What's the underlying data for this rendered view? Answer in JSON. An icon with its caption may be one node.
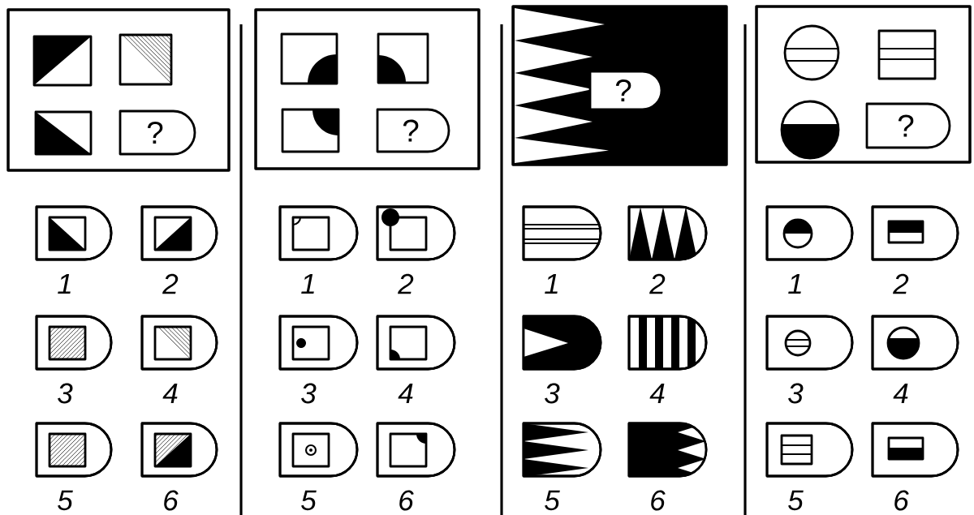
{
  "diagram": {
    "nodes": [
      {
        "text": [],
        "shape": "box"
      },
      {
        "text": [
          "?"
        ],
        "in": 0
      },
      {
        "text": [],
        "shape": "box"
      },
      {
        "text": [
          "?"
        ],
        "in": 2
      },
      {
        "text": [],
        "shape": "box"
      },
      {
        "text": [
          "?"
        ],
        "in": 4
      },
      {
        "text": [],
        "shape": "box"
      },
      {
        "text": [
          "?"
        ],
        "in": 6
      },
      {
        "text": [],
        "shape": "tab",
        "beside": [
          "1"
        ]
      },
      {
        "text": [],
        "shape": "tab",
        "beside": [
          "2"
        ]
      },
      {
        "text": [],
        "shape": "tab",
        "beside": [
          "3"
        ]
      },
      {
        "text": [],
        "shape": "tab",
        "beside": [
          "4"
        ]
      },
      {
        "text": [],
        "shape": "tab",
        "beside": [
          "5"
        ]
      },
      {
        "text": [],
        "shape": "tab",
        "beside": [
          "6"
        ]
      },
      {
        "text": [],
        "shape": "tab",
        "beside": [
          "1"
        ]
      },
      {
        "text": [],
        "shape": "tab",
        "beside": [
          "2"
        ]
      },
      {
        "text": [],
        "shape": "tab",
        "beside": [
          "3"
        ]
      },
      {
        "text": [],
        "shape": "tab",
        "beside": [
          "4"
        ]
      },
      {
        "text": [],
        "shape": "tab",
        "beside": [
          "5"
        ]
      },
      {
        "text": [],
        "shape": "tab",
        "beside": [
          "6"
        ]
      },
      {
        "text": [],
        "shape": "tab",
        "beside": [
          "1"
        ]
      },
      {
        "text": [],
        "shape": "tab",
        "beside": [
          "2"
        ]
      },
      {
        "text": [],
        "shape": "tab",
        "beside": [
          "3"
        ]
      },
      {
        "text": [],
        "shape": "tab",
        "beside": [
          "4"
        ]
      },
      {
        "text": [],
        "shape": "tab",
        "beside": [
          "5"
        ]
      },
      {
        "text": [],
        "shape": "tab",
        "beside": [
          "6"
        ]
      },
      {
        "text": [],
        "shape": "tab",
        "beside": [
          "1"
        ]
      },
      {
        "text": [],
        "shape": "tab",
        "beside": [
          "2"
        ]
      },
      {
        "text": [],
        "shape": "tab",
        "beside": [
          "3"
        ]
      },
      {
        "text": [],
        "shape": "tab",
        "beside": [
          "4"
        ]
      },
      {
        "text": [],
        "shape": "tab",
        "beside": [
          "5"
        ]
      },
      {
        "text": [],
        "shape": "tab",
        "beside": [
          "6"
        ]
      }
    ]
  }
}
